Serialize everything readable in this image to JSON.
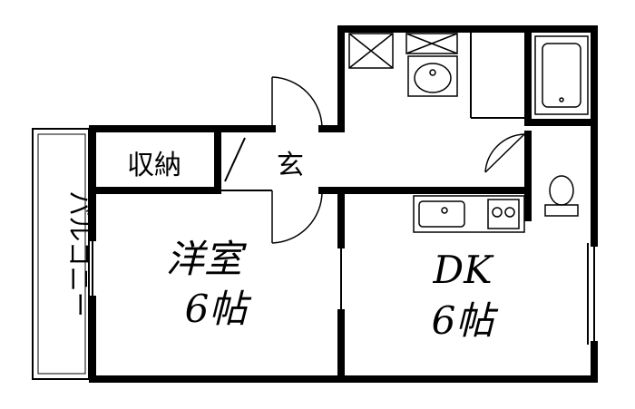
{
  "rooms": {
    "storage": "収納",
    "entrance": "玄",
    "balcony": "バルコニー",
    "western_room": {
      "name": "洋室",
      "size": "6帖"
    },
    "dk": {
      "name": "DK",
      "size": "6帖"
    }
  },
  "colors": {
    "wall": "#000000",
    "background": "#ffffff"
  }
}
